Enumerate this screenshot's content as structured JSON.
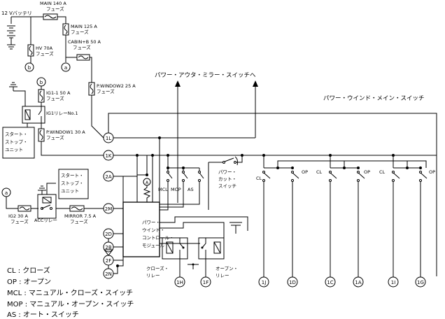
{
  "labels": {
    "battery": "12 Vバッテリ",
    "main140_a": "MAIN 140 A",
    "main140_b": "フューズ",
    "main125_a": "MAIN 125 A",
    "main125_b": "フューズ",
    "hv70_a": "HV 70A",
    "hv70_b": "フューズ",
    "cabin_a": "CABIN+B 50 A",
    "cabin_b": "フューズ",
    "pwin2_a": "P.WINDOW2 25 A",
    "pwin2_b": "フューズ",
    "ig1_a": "IG1-1 50 A",
    "ig1_b": "フューズ",
    "ig1relay": "IG1リレーNo.1",
    "pwin1_a": "P.WINDOW1 30 A",
    "pwin1_b": "フューズ",
    "ss1_a": "スタート・",
    "ss1_b": "ストップ・",
    "ss1_c": "ユニット",
    "ss2_a": "スタート・",
    "ss2_b": "ストップ・",
    "ss2_c": "ユニット",
    "ig2_a": "IG2 30 A",
    "ig2_b": "フューズ",
    "accrelay": "ACCリレー",
    "mirror_a": "MIRROR 7.5 A",
    "mirror_b": "フューズ",
    "mirror_sw": "パワー・アウタ・ミラー・スイッチへ",
    "main_sw": "パワー・ウインド・メイン・スイッチ",
    "ecu_a": "パワー・",
    "ecu_b": "ウインド・",
    "ecu_c": "コントロール・",
    "ecu_d": "モジュール",
    "cut_a": "パワー・",
    "cut_b": "カット・",
    "cut_c": "スイッチ",
    "mcl": "MCL",
    "mop": "MOP",
    "as": "AS",
    "cl": "CL",
    "op": "OP",
    "close_relay_a": "クローズ・",
    "close_relay_b": "リレー",
    "open_relay_a": "オープン・",
    "open_relay_b": "リレー",
    "a": "a",
    "b": "b"
  },
  "connectors": {
    "c1L": "1L",
    "c1K": "1K",
    "c2A": "2A",
    "c2M": "2M",
    "c2D": "2D",
    "c2B": "2B",
    "c2F": "2F",
    "c2N": "2N",
    "c1H": "1H",
    "c1F": "1F",
    "c1J": "1J",
    "c1D": "1D",
    "c1C": "1C",
    "c1A": "1A",
    "c1I": "1I",
    "c1G": "1G"
  },
  "legend": [
    "CL : クローズ",
    "OP : オープン",
    "MCL : マニュアル・クローズ・スイッチ",
    "MOP : マニュアル・オープン・スイッチ",
    "AS : オート・スイッチ"
  ]
}
